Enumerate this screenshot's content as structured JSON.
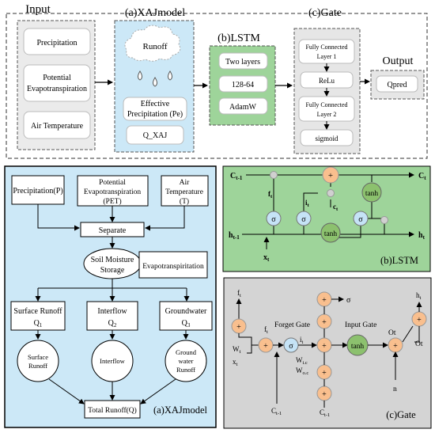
{
  "top": {
    "input": {
      "title": "Input",
      "items": [
        "Precipitation",
        "Potential",
        "Evapotranspiration",
        "Air Temperature"
      ]
    },
    "xaj": {
      "title": "(a)XAJmodel",
      "cloud": "Runoff",
      "pe_line1": "Effective",
      "pe_line2": "Precipitation (Pe)",
      "qxaj": "Q_XAJ"
    },
    "lstm": {
      "title": "(b)LSTM",
      "items": [
        "Two layers",
        "128-64",
        "AdamW"
      ]
    },
    "gate": {
      "title": "(c)Gate",
      "fc1_l1": "Fully Connected",
      "fc1_l2": "Layer 1",
      "relu": "ReLu",
      "fc2_l1": "Fully Connected",
      "fc2_l2": "Layer 2",
      "sigmoid": "sigmoid"
    },
    "output": {
      "title": "Output",
      "item": "Qpred"
    }
  },
  "xaj_detail": {
    "precip": "Precipitation(P)",
    "pet_l1": "Potential",
    "pet_l2": "Evapotranspiration",
    "pet_l3": "(PET)",
    "air_l1": "Air",
    "air_l2": "Temperature",
    "air_l3": "(T)",
    "separate": "Separate",
    "soil_l1": "Soil Moisture",
    "soil_l2": "Storage",
    "evapo": "Evapotranspiritation",
    "surface_l1": "Surface Runoff",
    "surface_l2": "Q",
    "surface_sub": "1",
    "interflow_l1": "Interflow",
    "interflow_l2": "Q",
    "interflow_sub": "2",
    "ground_l1": "Groundwater",
    "ground_l2": "Q",
    "ground_sub": "3",
    "c_surface_l1": "Surface",
    "c_surface_l2": "Runoff",
    "c_interflow": "Interflow",
    "c_ground_l1": "Ground",
    "c_ground_l2": "water",
    "c_ground_l3": "Runoff",
    "total": "Total Runoff(Q)",
    "caption": "(a)XAJmodel"
  },
  "lstm_detail": {
    "c_prev": "C",
    "c_prev_sub": "t-1",
    "c_next": "C",
    "c_next_sub": "t",
    "h_prev": "h",
    "h_prev_sub": "t-1",
    "h_next": "h",
    "h_next_sub": "t",
    "x": "x",
    "x_sub": "t",
    "f": "f",
    "f_sub": "t",
    "i": "i",
    "i_sub": "t",
    "c": "c",
    "c_sub": "t",
    "sigma": "σ",
    "tanh": "tanh",
    "plus": "+",
    "caption": "(b)LSTM"
  },
  "gate_detail": {
    "ft_top": "f",
    "ft_top_sub": "t",
    "ft": "f",
    "ft_sub": "t",
    "wt": "W",
    "wt_sub": "t",
    "xt": "x",
    "xt_sub": "t",
    "forget": "Forget Gate",
    "input": "Input Gate",
    "sigma": "σ",
    "sigma_out": "σ",
    "it": "i",
    "it_sub": "t",
    "wic": "W",
    "wic_sub": "i.c",
    "woc": "W",
    "woc_sub": "o.c",
    "tanh": "tanh",
    "ot1": "Ot",
    "ot2": "Ot",
    "ht": "h",
    "ht_sub": "t",
    "n": "n",
    "ct1": "C",
    "ct1_sub": "t-1",
    "ct2": "C",
    "ct2_sub": "t-1",
    "plus": "+",
    "caption": "(c)Gate"
  },
  "colors": {
    "blue_panel": "#cce8f7",
    "green_panel": "#9ed49a",
    "gray_panel": "#d4d4d4",
    "orange_node": "#f9bf8e",
    "blue_node": "#c5e3f6",
    "green_node": "#8cc16e"
  }
}
